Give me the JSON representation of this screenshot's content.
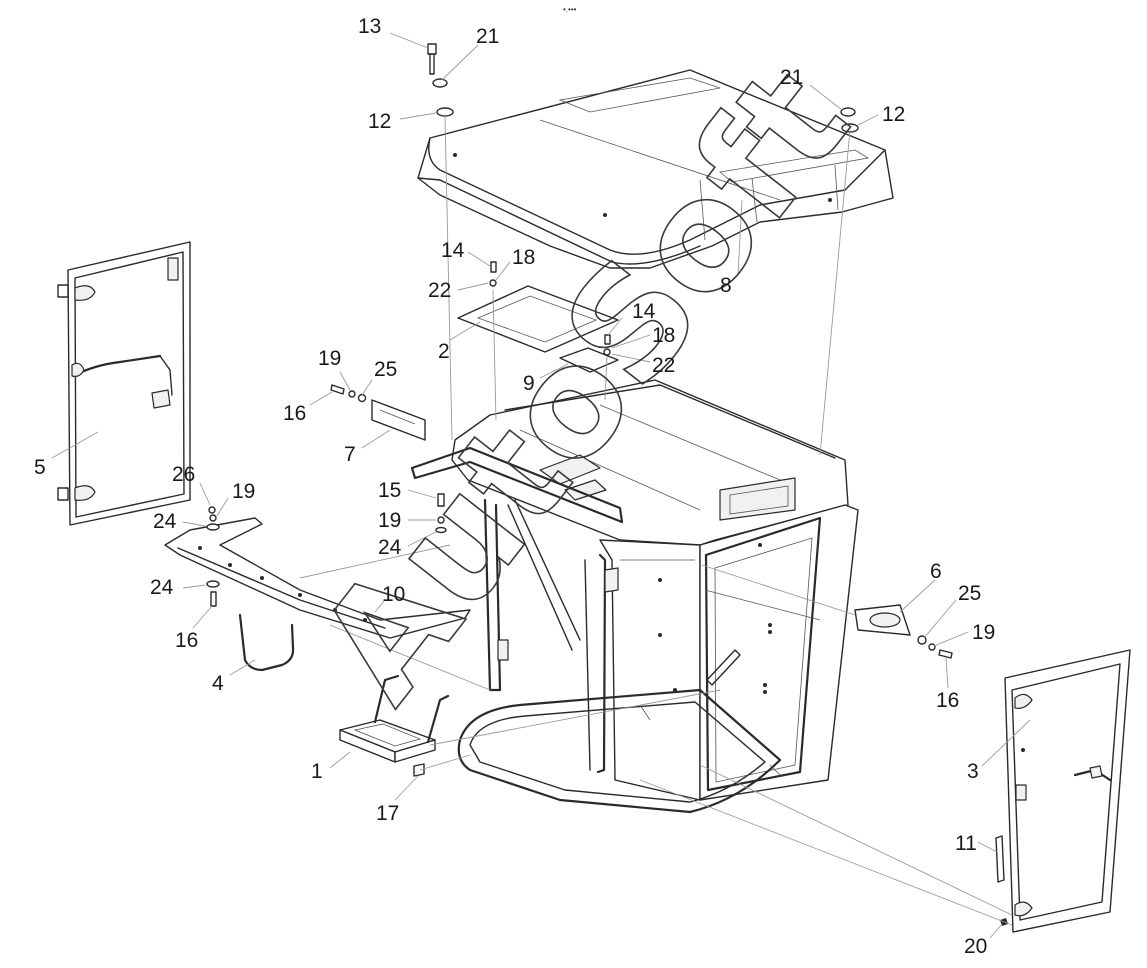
{
  "watermark": "AutoSoft",
  "top_mark": "•.•••",
  "callouts": {
    "c1": "1",
    "c2": "2",
    "c3": "3",
    "c4": "4",
    "c5": "5",
    "c6": "6",
    "c7": "7",
    "c8": "8",
    "c9": "9",
    "c10": "10",
    "c11": "11",
    "c12a": "12",
    "c12b": "12",
    "c13": "13",
    "c14a": "14",
    "c14b": "14",
    "c15": "15",
    "c16a": "16",
    "c16b": "16",
    "c16c": "16",
    "c17": "17",
    "c18a": "18",
    "c18b": "18",
    "c19a": "19",
    "c19b": "19",
    "c19c": "19",
    "c19d": "19",
    "c20": "20",
    "c21a": "21",
    "c21b": "21",
    "c22a": "22",
    "c22b": "22",
    "c24a": "24",
    "c24b": "24",
    "c24c": "24",
    "c25a": "25",
    "c25b": "25",
    "c26": "26"
  }
}
